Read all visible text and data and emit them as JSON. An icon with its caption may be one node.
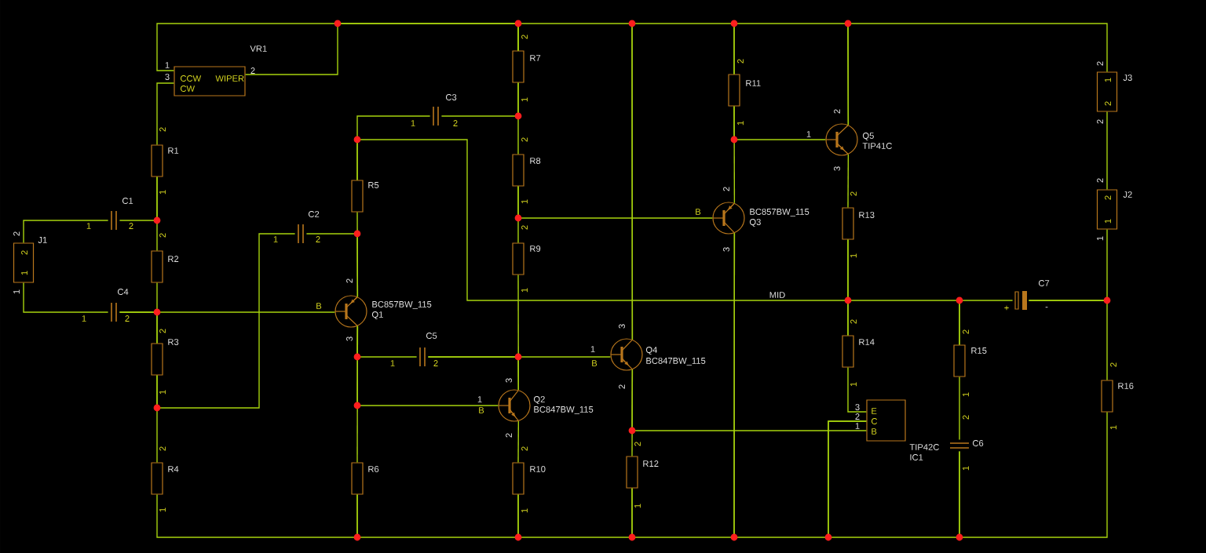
{
  "diagram": {
    "nodes": [
      {
        "text": [
          "J1"
        ]
      },
      {
        "text": [
          "VR1",
          "CCW",
          "WIPER",
          "CW"
        ]
      },
      {
        "text": [
          "R1"
        ]
      },
      {
        "text": [
          "C1"
        ]
      },
      {
        "text": [
          "R2"
        ]
      },
      {
        "text": [
          "C4"
        ]
      },
      {
        "text": [
          "R3"
        ]
      },
      {
        "text": [
          "R4"
        ]
      },
      {
        "text": [
          "C2"
        ]
      },
      {
        "text": [
          "R5"
        ]
      },
      {
        "text": [
          "C3"
        ]
      },
      {
        "text": [
          "BC857BW_115",
          "Q1"
        ]
      },
      {
        "text": [
          "R6"
        ]
      },
      {
        "text": [
          "R7"
        ]
      },
      {
        "text": [
          "R8"
        ]
      },
      {
        "text": [
          "R9"
        ]
      },
      {
        "text": [
          "C5"
        ]
      },
      {
        "text": [
          "Q2",
          "BC847BW_115"
        ]
      },
      {
        "text": [
          "R10"
        ]
      },
      {
        "text": [
          "Q4",
          "BC847BW_115"
        ]
      },
      {
        "text": [
          "R12"
        ]
      },
      {
        "text": [
          "R11"
        ]
      },
      {
        "text": [
          "BC857BW_115",
          "Q3"
        ]
      },
      {
        "text": [
          "Q5",
          "TIP41C"
        ]
      },
      {
        "text": [
          "R13"
        ]
      },
      {
        "text": [
          "R14"
        ]
      },
      {
        "text": [
          "E",
          "C",
          "B",
          "TIP42C",
          "IC1"
        ]
      },
      {
        "text": [
          "R15"
        ]
      },
      {
        "text": [
          "C6"
        ]
      },
      {
        "text": [
          "C7"
        ]
      },
      {
        "text": [
          "J3"
        ]
      },
      {
        "text": [
          "J2"
        ]
      },
      {
        "text": [
          "R16"
        ]
      }
    ],
    "edges": [
      {
        "from": 1,
        "to": 13,
        "arrow": "none"
      },
      {
        "from": 1,
        "to": 13,
        "arrow": "none"
      },
      {
        "from": 13,
        "to": 19,
        "arrow": "none"
      },
      {
        "from": 19,
        "to": 21,
        "arrow": "none"
      },
      {
        "from": 21,
        "to": 23,
        "arrow": "none"
      },
      {
        "from": 23,
        "to": 30,
        "arrow": "none"
      },
      {
        "from": 1,
        "to": 2,
        "arrow": "none"
      },
      {
        "from": 2,
        "to": 4,
        "arrow": "none"
      },
      {
        "from": 3,
        "to": 2,
        "arrow": "none"
      },
      {
        "from": 0,
        "to": 3,
        "arrow": "none"
      },
      {
        "from": 0,
        "to": 5,
        "arrow": "none"
      },
      {
        "from": 4,
        "to": 6,
        "arrow": "none"
      },
      {
        "from": 5,
        "to": 6,
        "arrow": "none"
      },
      {
        "from": 5,
        "to": 11,
        "arrow": "none"
      },
      {
        "from": 6,
        "to": 7,
        "arrow": "none"
      },
      {
        "from": 6,
        "to": 8,
        "arrow": "none"
      },
      {
        "from": 9,
        "to": 11,
        "arrow": "none"
      },
      {
        "from": 8,
        "to": 11,
        "arrow": "none"
      },
      {
        "from": 9,
        "to": 10,
        "arrow": "none"
      },
      {
        "from": 9,
        "to": 24,
        "arrow": "none",
        "label": "MID"
      },
      {
        "from": 24,
        "to": 25,
        "arrow": "none"
      },
      {
        "from": 25,
        "to": 27,
        "arrow": "none"
      },
      {
        "from": 27,
        "to": 29,
        "arrow": "none"
      },
      {
        "from": 13,
        "to": 14,
        "arrow": "none"
      },
      {
        "from": 10,
        "to": 13,
        "arrow": "none"
      },
      {
        "from": 14,
        "to": 15,
        "arrow": "none"
      },
      {
        "from": 14,
        "to": 22,
        "arrow": "none"
      },
      {
        "from": 15,
        "to": 17,
        "arrow": "none"
      },
      {
        "from": 16,
        "to": 17,
        "arrow": "none"
      },
      {
        "from": 16,
        "to": 19,
        "arrow": "none"
      },
      {
        "from": 11,
        "to": 16,
        "arrow": "none"
      },
      {
        "from": 11,
        "to": 12,
        "arrow": "none"
      },
      {
        "from": 11,
        "to": 17,
        "arrow": "none"
      },
      {
        "from": 17,
        "to": 18,
        "arrow": "none"
      },
      {
        "from": 19,
        "to": 20,
        "arrow": "none"
      },
      {
        "from": 19,
        "to": 26,
        "arrow": "none"
      },
      {
        "from": 22,
        "to": 21,
        "arrow": "none"
      },
      {
        "from": 21,
        "to": 23,
        "arrow": "none"
      },
      {
        "from": 7,
        "to": 12,
        "arrow": "none"
      },
      {
        "from": 12,
        "to": 18,
        "arrow": "none"
      },
      {
        "from": 18,
        "to": 20,
        "arrow": "none"
      },
      {
        "from": 20,
        "to": 22,
        "arrow": "none"
      },
      {
        "from": 22,
        "to": 26,
        "arrow": "none"
      },
      {
        "from": 26,
        "to": 28,
        "arrow": "none"
      },
      {
        "from": 28,
        "to": 32,
        "arrow": "none"
      },
      {
        "from": 23,
        "to": 24,
        "arrow": "none"
      },
      {
        "from": 25,
        "to": 26,
        "arrow": "none"
      },
      {
        "from": 27,
        "to": 28,
        "arrow": "none"
      },
      {
        "from": 29,
        "to": 32,
        "arrow": "none"
      },
      {
        "from": 29,
        "to": 31,
        "arrow": "none"
      },
      {
        "from": 30,
        "to": 31,
        "arrow": "none"
      }
    ],
    "labels": [
      "1",
      "3",
      "2",
      "2",
      "2",
      "1",
      "1",
      "2",
      "1",
      "1",
      "2",
      "2",
      "1",
      "2",
      "1",
      "2",
      "2",
      "1",
      "2",
      "1",
      "2",
      "1",
      "2",
      "1",
      "2",
      "2",
      "1",
      "2",
      "3",
      "2",
      "1",
      "2",
      "2",
      "1",
      "1",
      "B",
      "2",
      "3",
      "2",
      "1",
      "B",
      "2",
      "3",
      "1",
      "2",
      "+",
      "-",
      "2",
      "1",
      "2",
      "1",
      "2",
      "3",
      "1",
      "1",
      "2",
      "B",
      "2",
      "2",
      "3",
      "1",
      "1",
      "3",
      "B",
      "2",
      "2",
      "1",
      "1",
      "2",
      "2",
      "2",
      "2",
      "1",
      "1",
      "1",
      "1"
    ]
  }
}
